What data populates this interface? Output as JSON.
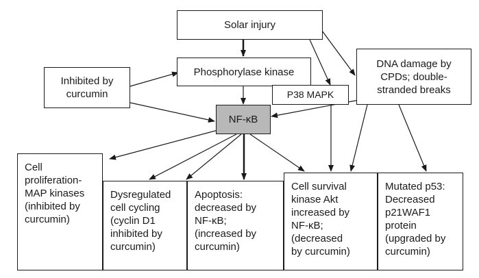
{
  "nodes": {
    "solar_injury": "Solar injury",
    "curcumin_inhibit": "Inhibited by\ncurcumin",
    "phosphorylase_kinase": "Phosphorylase kinase",
    "dna_damage": "DNA damage by\nCPDs; double-\nstranded breaks",
    "p38_mapk": "P38 MAPK",
    "nfkb": "NF-κB",
    "cell_proliferation": "Cell\nproliferation-\nMAP kinases\n(inhibited by\ncurcumin)",
    "dysregulated_cycling": "Dysregulated\ncell cycling\n(cyclin D1\ninhibited by\ncurcumin)",
    "apoptosis": "Apoptosis:\ndecreased by\nNF-κB;\n(increased by\ncurcumin)",
    "cell_survival": "Cell survival\nkinase Akt\nincreased by\nNF-κB; (decreased\nby curcumin)",
    "mutated_p53": "Mutated p53:\nDecreased\np21WAF1\nprotein\n(upgraded by\ncurcumin)"
  },
  "colors": {
    "line": "#1a1a1a",
    "nfkb_fill": "#b8b8b8"
  }
}
